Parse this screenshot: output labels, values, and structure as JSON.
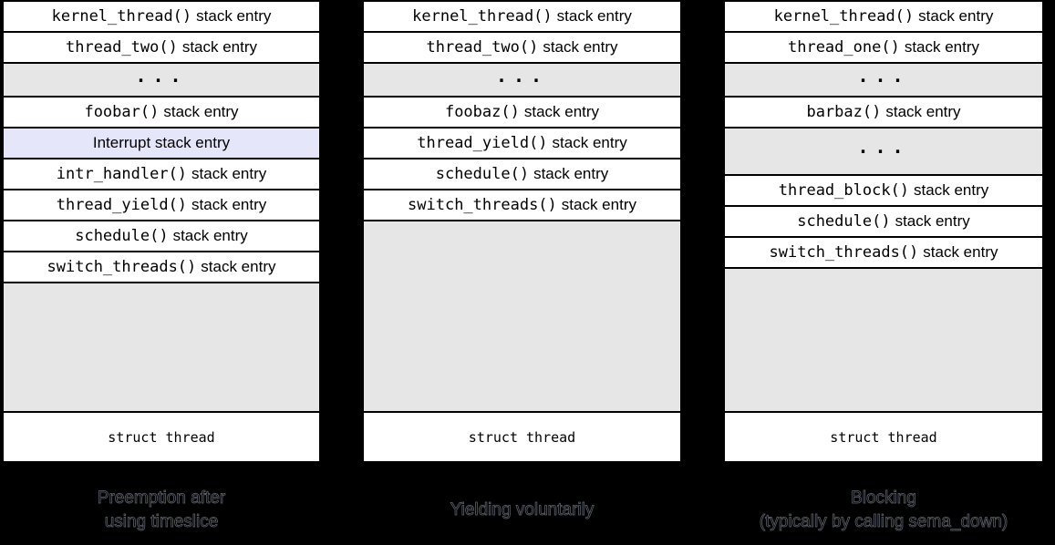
{
  "diagram": {
    "background_color": "#000000",
    "box_border_color": "#000000",
    "row_bg_white": "#ffffff",
    "row_bg_gray": "#e6e6e6",
    "row_bg_lavender": "#e6e6fa",
    "caption_text_color": "#000000"
  },
  "columns": [
    {
      "caption_lines": [
        "Preemption after",
        "using timeslice"
      ],
      "rows": [
        {
          "type": "entry",
          "func": "kernel_thread()",
          "suffix": "stack entry"
        },
        {
          "type": "entry",
          "func": "thread_two()",
          "suffix": "stack entry"
        },
        {
          "type": "dots",
          "text": "..."
        },
        {
          "type": "entry",
          "func": "foobar()",
          "suffix": "stack entry"
        },
        {
          "type": "plain",
          "text": "Interrupt stack entry"
        },
        {
          "type": "entry",
          "func": "intr_handler()",
          "suffix": "stack entry"
        },
        {
          "type": "entry",
          "func": "thread_yield()",
          "suffix": "stack entry"
        },
        {
          "type": "entry",
          "func": "schedule()",
          "suffix": "stack entry"
        },
        {
          "type": "entry",
          "func": "switch_threads()",
          "suffix": "stack entry"
        },
        {
          "type": "filler"
        },
        {
          "type": "struct",
          "text": "struct thread"
        }
      ]
    },
    {
      "caption_lines": [
        "Yielding voluntarily"
      ],
      "rows": [
        {
          "type": "entry",
          "func": "kernel_thread()",
          "suffix": "stack entry"
        },
        {
          "type": "entry",
          "func": "thread_two()",
          "suffix": "stack entry"
        },
        {
          "type": "dots",
          "text": "..."
        },
        {
          "type": "entry",
          "func": "foobaz()",
          "suffix": "stack entry"
        },
        {
          "type": "entry",
          "func": "thread_yield()",
          "suffix": "stack entry"
        },
        {
          "type": "entry",
          "func": "schedule()",
          "suffix": "stack entry"
        },
        {
          "type": "entry",
          "func": "switch_threads()",
          "suffix": "stack entry"
        },
        {
          "type": "filler"
        },
        {
          "type": "struct",
          "text": "struct thread"
        }
      ]
    },
    {
      "caption_lines": [
        "Blocking",
        "(typically by calling sema_down)"
      ],
      "rows": [
        {
          "type": "entry",
          "func": "kernel_thread()",
          "suffix": "stack entry"
        },
        {
          "type": "entry",
          "func": "thread_one()",
          "suffix": "stack entry"
        },
        {
          "type": "dots",
          "text": "..."
        },
        {
          "type": "entry",
          "func": "barbaz()",
          "suffix": "stack entry"
        },
        {
          "type": "dots",
          "text": "...",
          "variant": "tall"
        },
        {
          "type": "entry",
          "func": "thread_block()",
          "suffix": "stack entry"
        },
        {
          "type": "entry",
          "func": "schedule()",
          "suffix": "stack entry"
        },
        {
          "type": "entry",
          "func": "switch_threads()",
          "suffix": "stack entry"
        },
        {
          "type": "filler"
        },
        {
          "type": "struct",
          "text": "struct thread"
        }
      ]
    }
  ]
}
